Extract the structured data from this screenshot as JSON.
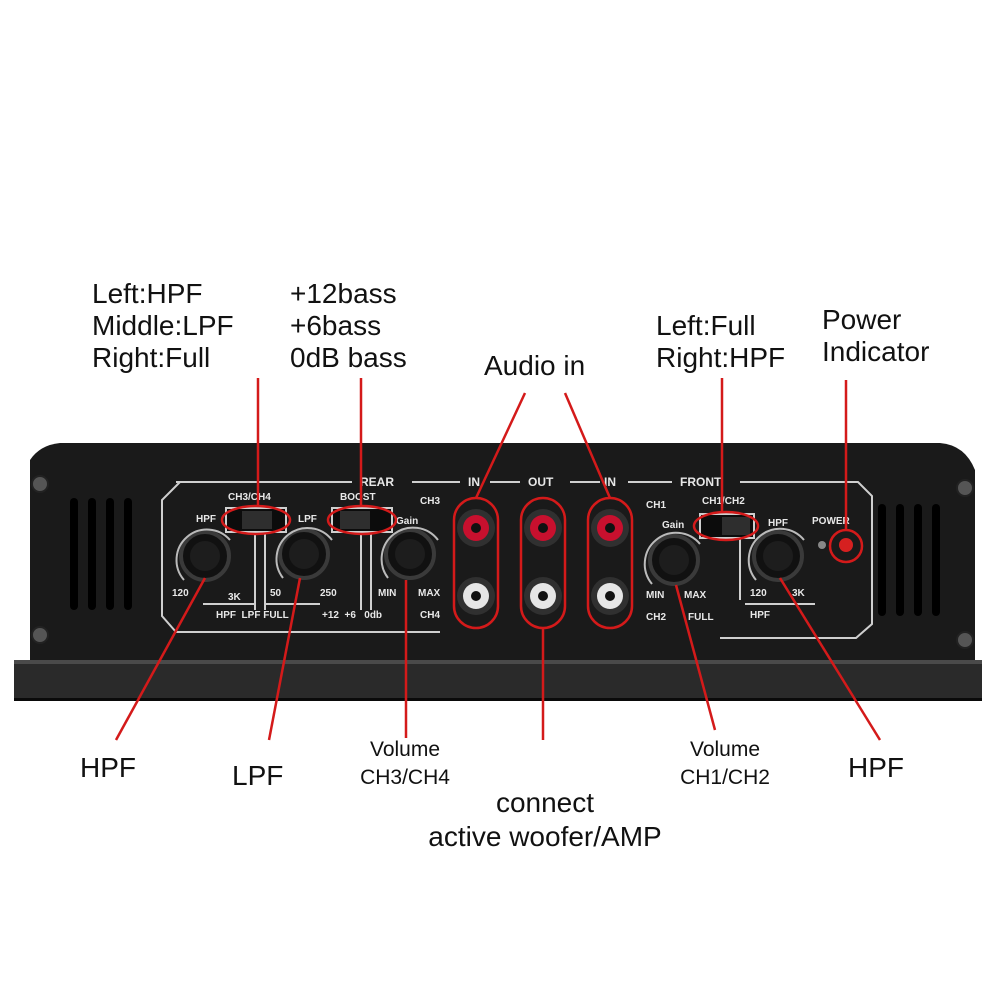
{
  "callouts": {
    "rear_switch": [
      "Left:HPF",
      "Middle:LPF",
      "Right:Full"
    ],
    "boost": [
      "+12bass",
      "+6bass",
      "0dB bass"
    ],
    "audio_in": "Audio in",
    "front_switch": [
      "Left:Full",
      "Right:HPF"
    ],
    "power_indicator": [
      "Power",
      "Indicator"
    ],
    "hpf_left": "HPF",
    "lpf": "LPF",
    "volume_rear": [
      "Volume",
      "CH3/CH4"
    ],
    "connect": [
      "connect",
      "active woofer/AMP"
    ],
    "volume_front": [
      "Volume",
      "CH1/CH2"
    ],
    "hpf_right": "HPF"
  },
  "panel": {
    "rear": "REAR",
    "front": "FRONT",
    "in_left": "IN",
    "out": "OUT",
    "in_right": "IN",
    "ch3ch4": "CH3/CH4",
    "boost": "BOOST",
    "ch3": "CH3",
    "gain_rear": "Gain",
    "hpf_rear": "HPF",
    "lpf": "LPF",
    "hpf_rear_min": "120",
    "hpf_rear_max": "3K",
    "lpf_min": "50",
    "lpf_max": "250",
    "sw_rear_labels": "HPF  LPF FULL",
    "boost_labels": "+12  +6   0db",
    "gain_rear_min": "MIN",
    "gain_rear_max": "MAX",
    "ch4": "CH4",
    "ch1": "CH1",
    "ch1ch2": "CH1/CH2",
    "gain_front": "Gain",
    "hpf_front": "HPF",
    "gain_front_min": "MIN",
    "gain_front_max": "MAX",
    "ch2": "CH2",
    "full": "FULL",
    "hpf_front_min": "120",
    "hpf_front_max": "3K",
    "hpf_front_bottom": "HPF",
    "power": "POWER"
  },
  "colors": {
    "callout_red": "#d41a1a",
    "panel_black": "#161616",
    "rca_red": "#c8102e",
    "rca_white": "#e6e6e6"
  }
}
